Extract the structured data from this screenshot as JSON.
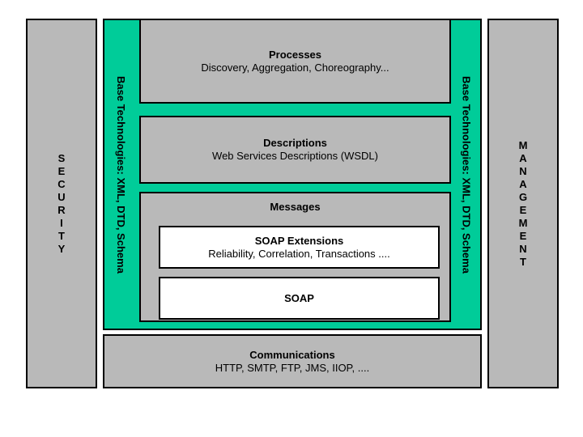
{
  "diagram": {
    "security": {
      "label": "SECURITY",
      "letters": [
        "S",
        "E",
        "C",
        "U",
        "R",
        "I",
        "T",
        "Y"
      ]
    },
    "management": {
      "label": "MANAGEMENT",
      "letters": [
        "M",
        "A",
        "N",
        "A",
        "G",
        "E",
        "M",
        "E",
        "N",
        "T"
      ]
    },
    "base_technologies": {
      "left_label": "Base Technologies: XML, DTD, Schema",
      "right_label": "Base Technologies: XML, DTD, Schema"
    },
    "layers": {
      "processes": {
        "title": "Processes",
        "subtitle": "Discovery, Aggregation, Choreography..."
      },
      "descriptions": {
        "title": "Descriptions",
        "subtitle": "Web Services Descriptions (WSDL)"
      },
      "messages": {
        "title": "Messages"
      },
      "soap_extensions": {
        "title": "SOAP Extensions",
        "subtitle": "Reliability, Correlation, Transactions ...."
      },
      "soap": {
        "title": "SOAP"
      },
      "communications": {
        "title": "Communications",
        "subtitle": "HTTP, SMTP, FTP, JMS, IIOP, ...."
      }
    },
    "colors": {
      "green": "#00cc99",
      "gray": "#b9b9b9",
      "box_white": "#ffffff",
      "border": "#000000"
    }
  }
}
